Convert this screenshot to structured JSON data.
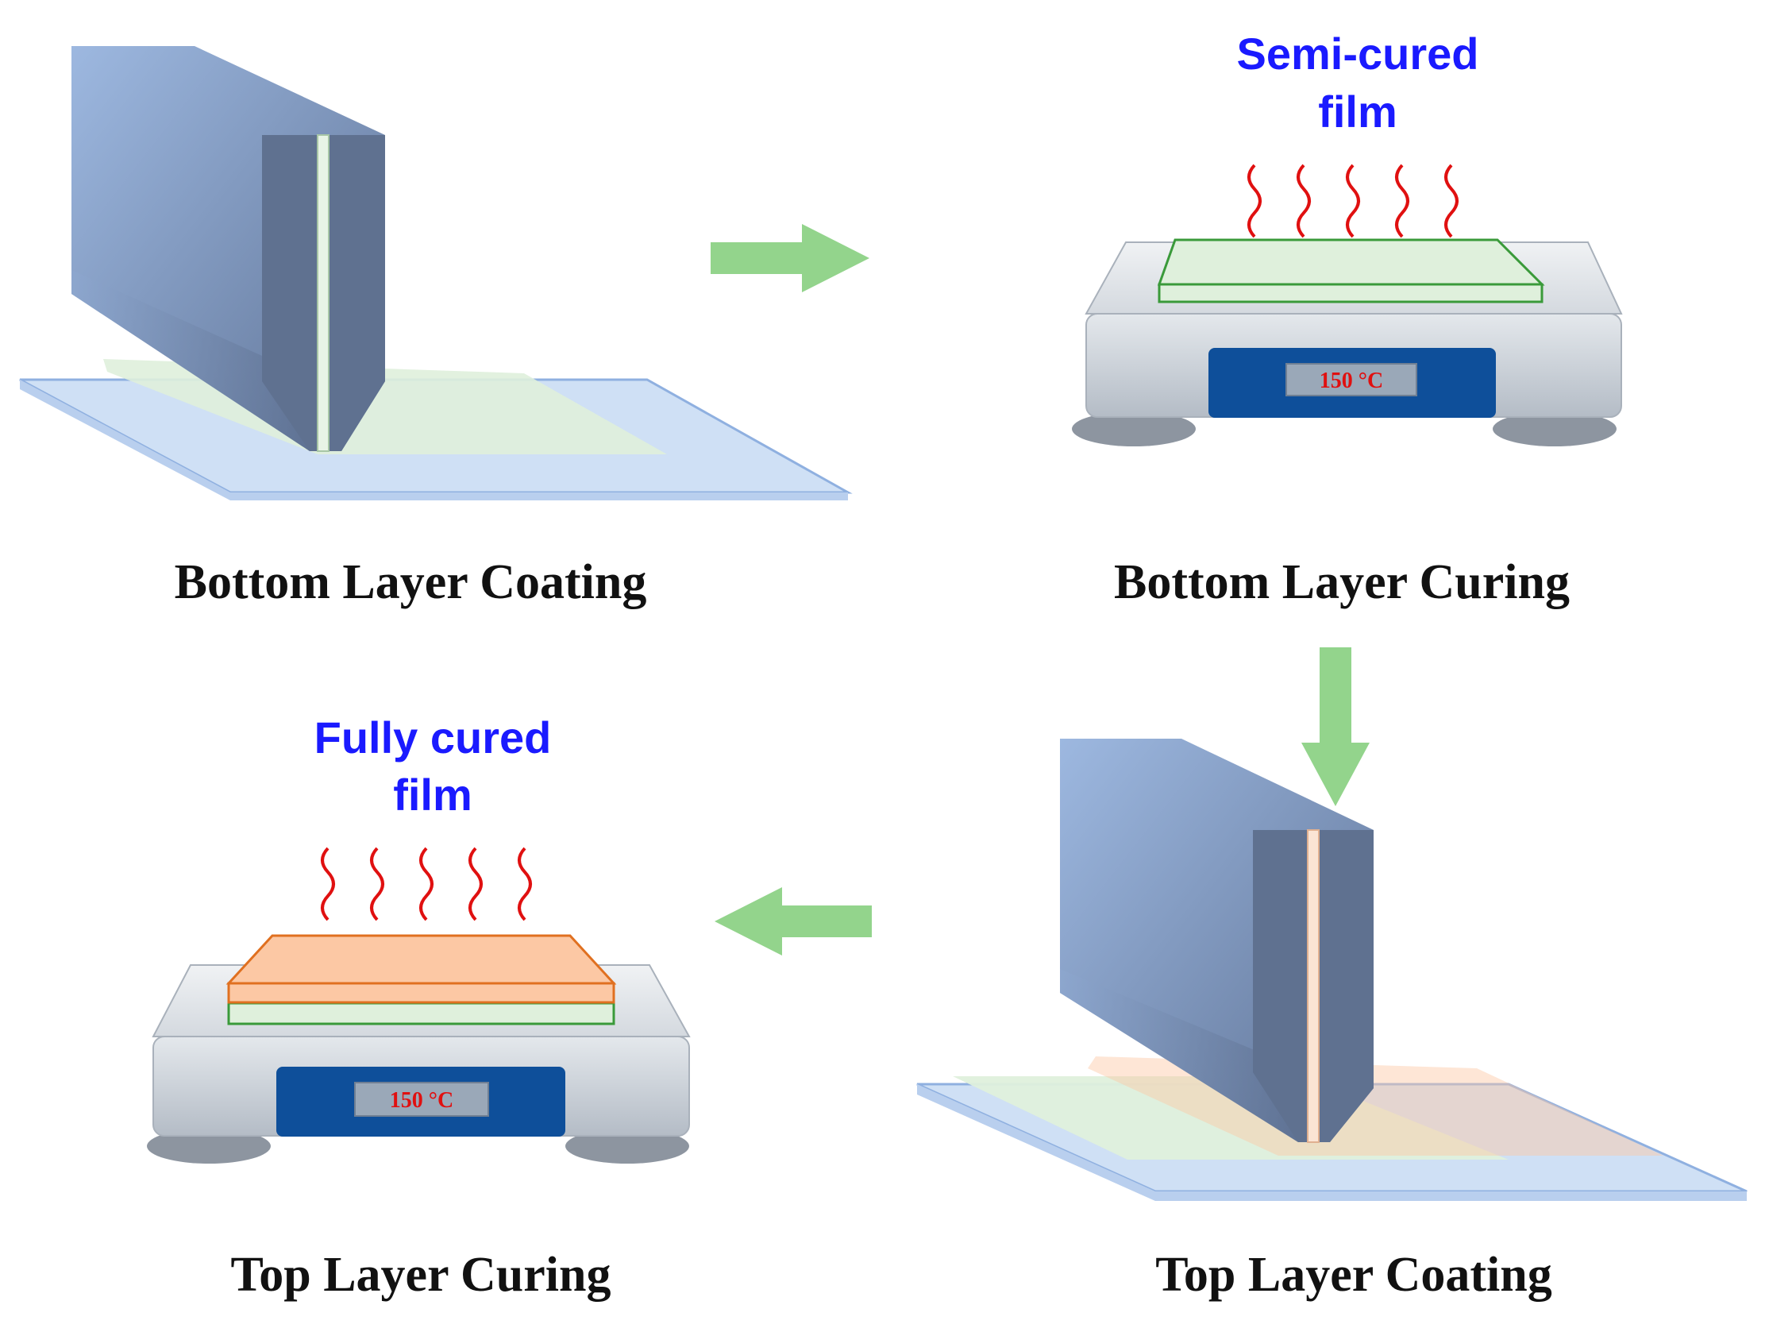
{
  "steps": {
    "bottom_coating": {
      "caption": "Bottom Layer Coating"
    },
    "bottom_curing": {
      "caption": "Bottom Layer Curing",
      "note_line1": "Semi-cured",
      "note_line2": "film",
      "readout": "150 °C"
    },
    "top_coating": {
      "caption": "Top Layer Coating"
    },
    "top_curing": {
      "caption": "Top Layer Curing",
      "note_line1": "Fully cured",
      "note_line2": "film",
      "readout": "150 °C"
    }
  },
  "colors": {
    "note_text": "#1a1aff",
    "readout_text": "#e01010",
    "heat_wave": "#e01010",
    "arrow": "#93d48c",
    "blade": "#6d84a8",
    "substrate": "#cfe0f5",
    "bottom_film": "#dff0dc",
    "bottom_film_border": "#3a9a3a",
    "top_film": "#fcc8a4",
    "top_film_border": "#e07020",
    "hotplate_body": "#c8ced6",
    "hotplate_panel": "#0e4f9a"
  }
}
